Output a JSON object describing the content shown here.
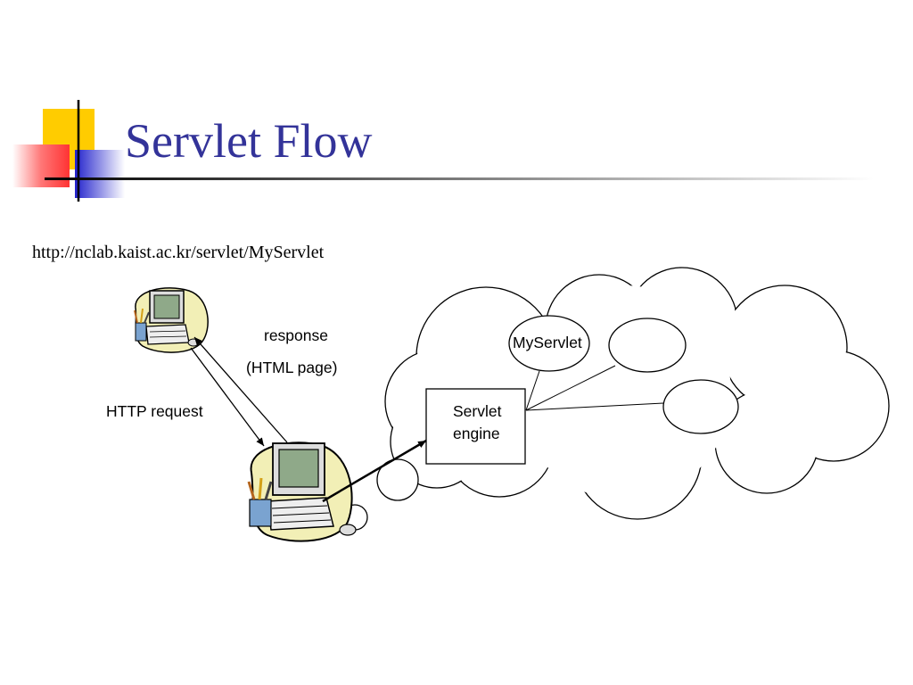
{
  "slide": {
    "title": "Servlet Flow",
    "url": "http://nclab.kaist.ac.kr/servlet/MyServlet"
  },
  "diagram": {
    "labels": {
      "response": "response",
      "html_page": "(HTML page)",
      "http_request": "HTTP request",
      "my_servlet": "MyServlet",
      "servlet_engine_line1": "Servlet",
      "servlet_engine_line2": "engine"
    },
    "colors": {
      "title": "#333399",
      "accent_yellow": "#FFCC00",
      "accent_blue": "#3333CC",
      "accent_red": "#FF5555",
      "blob_fill": "#F2EFB6",
      "screen": "#8FA989"
    },
    "icons": [
      "client-computer-icon",
      "server-computer-icon"
    ]
  }
}
